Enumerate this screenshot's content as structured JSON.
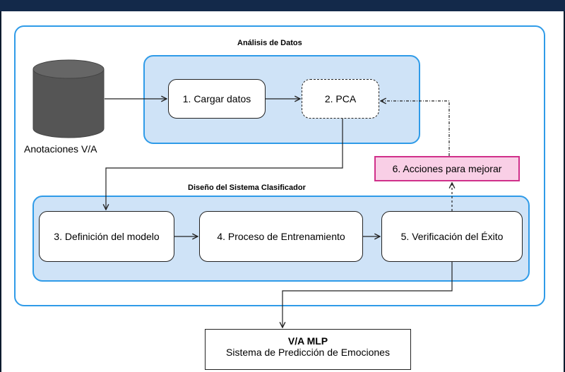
{
  "groups": {
    "analysis_title": "Análisis de Datos",
    "design_title": "Diseño del Sistema Clasificador"
  },
  "source": {
    "label": "Anotaciones V/A"
  },
  "nodes": {
    "load": "1. Cargar datos",
    "pca": "2. PCA",
    "model": "3. Definición del modelo",
    "training": "4. Proceso de Entrenamiento",
    "verify": "5. Verificación del Éxito",
    "improve": "6. Acciones para mejorar"
  },
  "output": {
    "title": "V/A MLP",
    "subtitle": "Sistema de Predicción de Emociones"
  },
  "colors": {
    "group_fill": "#cfe3f7",
    "group_border": "#2f9be8",
    "improve_fill": "#f9cfe6",
    "improve_border": "#d0308a",
    "database": "#555555"
  }
}
